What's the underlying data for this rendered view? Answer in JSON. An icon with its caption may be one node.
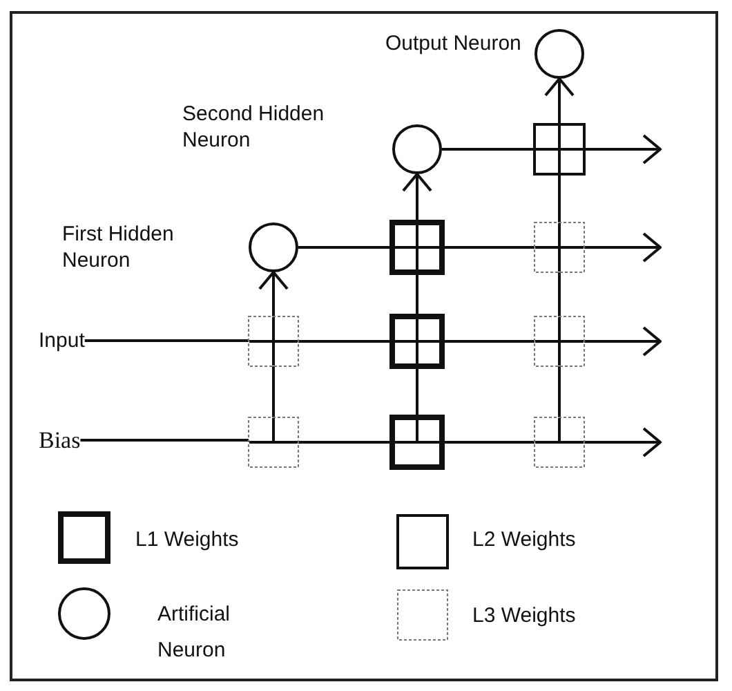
{
  "diagram": {
    "nodes": [
      {
        "text": [
          "Output Neuron"
        ]
      },
      {
        "text": [
          "Second Hidden Neuron"
        ]
      },
      {
        "text": [
          "First Hidden Neuron"
        ]
      },
      {
        "text": [
          "Input"
        ]
      },
      {
        "text": [
          "Bias"
        ]
      },
      {
        "text": [],
        "shape": "box"
      },
      {
        "text": [],
        "shape": "box"
      },
      {
        "text": [],
        "shape": "box"
      },
      {
        "text": [],
        "shape": "box"
      },
      {
        "text": [],
        "shape": "box"
      },
      {
        "text": [],
        "shape": "box"
      },
      {
        "text": [],
        "shape": "box"
      },
      {
        "text": [],
        "shape": "box"
      },
      {
        "text": [],
        "shape": "box"
      }
    ],
    "edges": [
      {
        "from": 1,
        "to": 5,
        "arrow": "none"
      },
      {
        "from": 5,
        "to": null,
        "arrow": "to"
      },
      {
        "from": 2,
        "to": 6,
        "arrow": "none"
      },
      {
        "from": 6,
        "to": 7,
        "arrow": "none"
      },
      {
        "from": 7,
        "to": null,
        "arrow": "to"
      },
      {
        "from": 3,
        "to": 8,
        "arrow": "none"
      },
      {
        "from": 8,
        "to": 9,
        "arrow": "none"
      },
      {
        "from": 9,
        "to": 10,
        "arrow": "none"
      },
      {
        "from": 10,
        "to": null,
        "arrow": "to"
      },
      {
        "from": 4,
        "to": 11,
        "arrow": "none"
      },
      {
        "from": 11,
        "to": 12,
        "arrow": "none"
      },
      {
        "from": 12,
        "to": 13,
        "arrow": "none"
      },
      {
        "from": 13,
        "to": null,
        "arrow": "to"
      },
      {
        "from": 11,
        "to": 8,
        "arrow": "none"
      },
      {
        "from": 8,
        "to": 2,
        "arrow": "to"
      },
      {
        "from": 12,
        "to": 9,
        "arrow": "none"
      },
      {
        "from": 9,
        "to": 6,
        "arrow": "none"
      },
      {
        "from": 6,
        "to": 1,
        "arrow": "to"
      },
      {
        "from": 13,
        "to": 10,
        "arrow": "none"
      },
      {
        "from": 10,
        "to": 7,
        "arrow": "none"
      },
      {
        "from": 7,
        "to": 5,
        "arrow": "none"
      },
      {
        "from": 5,
        "to": 0,
        "arrow": "to"
      }
    ],
    "legend": [
      {
        "text": "L1 Weights"
      },
      {
        "text": "L2 Weights"
      },
      {
        "text": "Artificial Neuron"
      },
      {
        "text": "L3 Weights"
      }
    ]
  }
}
